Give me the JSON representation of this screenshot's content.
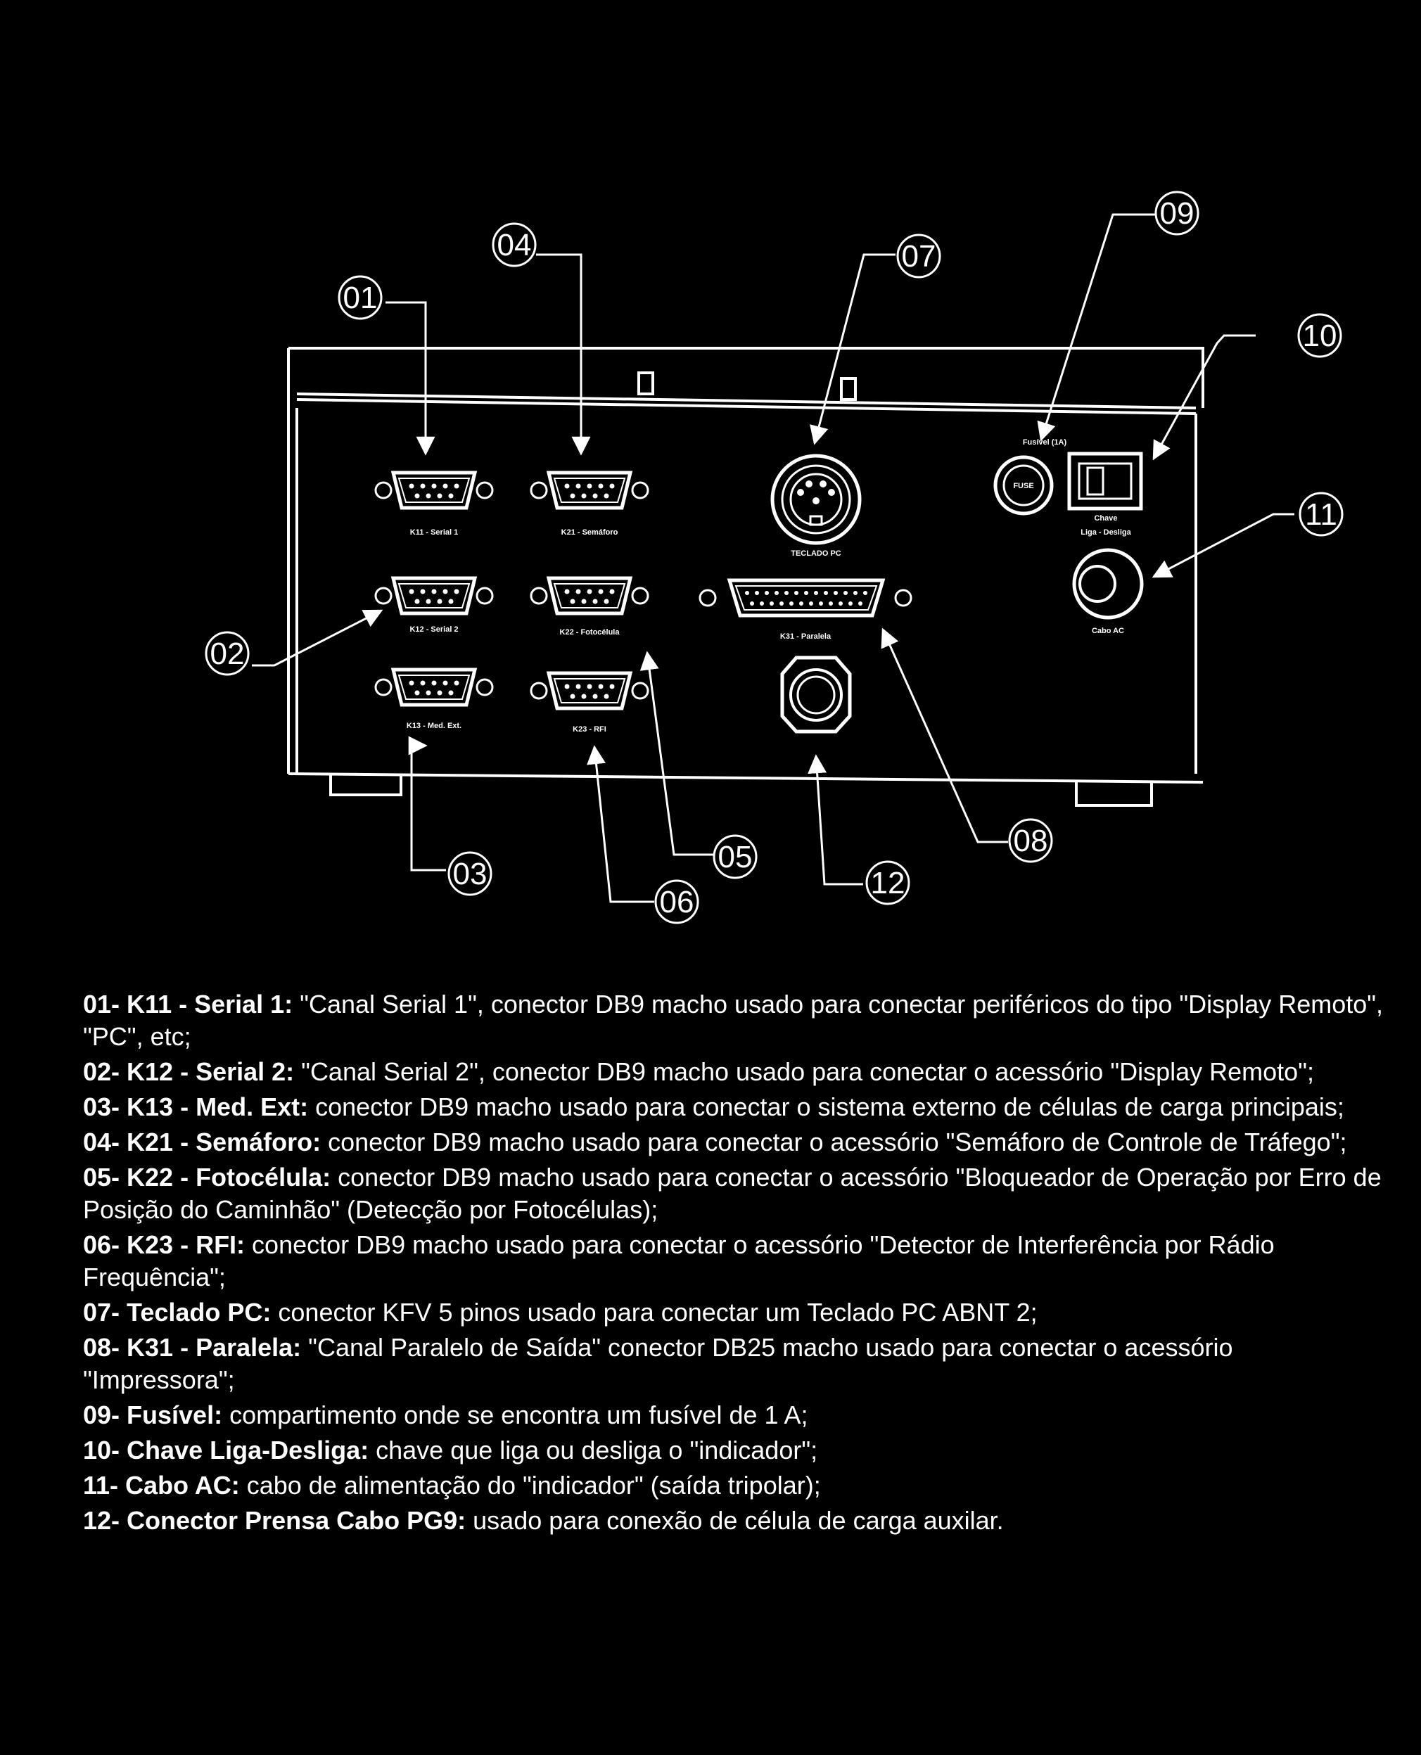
{
  "callouts": [
    "01",
    "02",
    "03",
    "04",
    "05",
    "06",
    "07",
    "08",
    "09",
    "10",
    "11",
    "12"
  ],
  "panel_labels": {
    "k11": "K11 - Serial 1",
    "k21": "K21 - Semáforo",
    "k12": "K12 - Serial 2",
    "k22": "K22 - Fotocélula",
    "k13": "K13 - Med. Ext.",
    "k23": "K23 - RFI",
    "teclado": "TECLADO PC",
    "k31": "K31 - Paralela",
    "fusivel": "Fusível (1A)",
    "fuse_text": "FUSE",
    "chave_1": "Chave",
    "chave_2": "Liga - Desliga",
    "cabo_ac": "Cabo AC"
  },
  "legend": [
    {
      "term": "01- K11 - Serial 1:",
      "desc": " \"Canal Serial 1\", conector DB9 macho usado para conectar periféricos do tipo \"Display Remoto\", \"PC\", etc;"
    },
    {
      "term": "02- K12 - Serial 2:",
      "desc": " \"Canal Serial 2\", conector DB9 macho usado para conectar o acessório \"Display Remoto\";"
    },
    {
      "term": "03- K13 - Med. Ext:",
      "desc": " conector DB9 macho usado para conectar o sistema externo de células de carga principais;"
    },
    {
      "term": "04- K21 - Semáforo:",
      "desc": " conector DB9 macho usado para conectar o acessório \"Semáforo de Controle de Tráfego\";"
    },
    {
      "term": "05- K22 - Fotocélula:",
      "desc": " conector DB9 macho usado para conectar o acessório \"Bloqueador de Operação por Erro de Posição do Caminhão\" (Detecção por Fotocélulas);"
    },
    {
      "term": "06- K23 - RFI:",
      "desc": " conector DB9 macho usado para conectar o acessório \"Detector de Interferência por Rádio Frequência\";"
    },
    {
      "term": "07- Teclado PC:",
      "desc": " conector KFV 5 pinos usado para conectar um Teclado PC ABNT 2;"
    },
    {
      "term": "08- K31 - Paralela:",
      "desc": " \"Canal Paralelo de Saída\" conector DB25 macho usado para conectar o acessório \"Impressora\";"
    },
    {
      "term": "09- Fusível:",
      "desc": " compartimento onde se encontra um fusível de 1 A;"
    },
    {
      "term": "10- Chave Liga-Desliga:",
      "desc": " chave que liga ou desliga o \"indicador\";"
    },
    {
      "term": "11- Cabo AC:",
      "desc": " cabo de alimentação do \"indicador\" (saída tripolar);"
    },
    {
      "term": "12- Conector Prensa Cabo PG9:",
      "desc": " usado para conexão de célula de carga auxilar."
    }
  ]
}
